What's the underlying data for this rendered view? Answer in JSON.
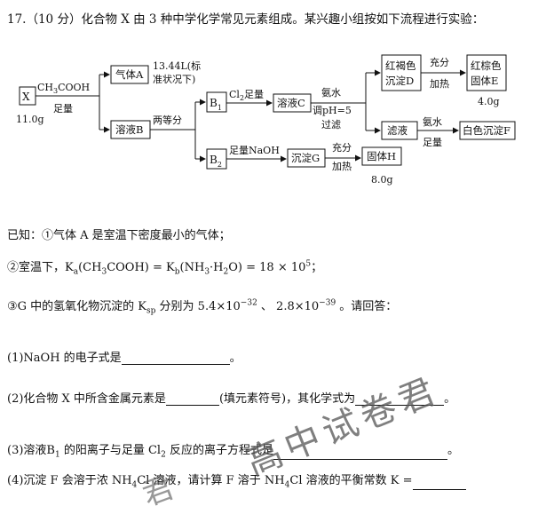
{
  "problem": {
    "title": "17.（10 分）化合物 X 由 3 种中学化学常见元素组成。某兴趣小组按如下流程进行实验：",
    "flow": {
      "x_box": "X",
      "x_mass": "11.0g",
      "reagent_top": "CH",
      "reagent_top_sub": "3",
      "reagent_top_rest": "COOH",
      "reagent_bottom": "足量",
      "gas_a": "气体A",
      "gas_a_note_line1": "13.44L(标",
      "gas_a_note_line2": "准状况下)",
      "solution_b": "溶液B",
      "split_note": "两等分",
      "b1_main": "B",
      "b1_sub": "1",
      "b2_main": "B",
      "b2_sub": "2",
      "cl2_note": "Cl",
      "cl2_sub": "2",
      "cl2_rest": "足量",
      "solution_c": "溶液C",
      "ammonia_line1": "氨水",
      "ammonia_line2": "调pH=5",
      "ammonia_line3": "过滤",
      "precip_d_line1": "红褐色",
      "precip_d_line2": "沉淀D",
      "heat_line1": "充分",
      "heat_line2": "加热",
      "solid_e_line1": "红棕色",
      "solid_e_line2": "固体E",
      "solid_e_mass": "4.0g",
      "filtrate": "滤液",
      "ammonia2_line1": "氨水",
      "ammonia2_line2": "足量",
      "precip_f": "白色沉淀F",
      "naoh_note": "足量NaOH",
      "precip_g": "沉淀G",
      "heat2_line1": "充分",
      "heat2_line2": "加热",
      "solid_h": "固体H",
      "solid_h_mass": "8.0g"
    },
    "known": {
      "line1": "已知：①气体 A 是室温下密度最小的气体；",
      "line2_prefix": "②室温下，",
      "line2_formula": "K",
      "line2_ka_sub": "a",
      "line2_mid": "(CH",
      "line2_sub3": "3",
      "line2_mid2": "COOH) = K",
      "line2_kb_sub": "b",
      "line2_mid3": "(NH",
      "line2_sub3b": "3",
      "line2_mid4": "·H",
      "line2_sub2": "2",
      "line2_mid5": "O) = 18 × 10",
      "line2_sup": "5",
      "line2_end": "；",
      "line3_prefix": "③G 中的氢氧化物沉淀的 K",
      "line3_sub": "sp",
      "line3_mid": " 分别为 5.4×10",
      "line3_sup1": "−32",
      "line3_mid2": " 、 2.8×10",
      "line3_sup2": "−39",
      "line3_end": " 。请回答："
    },
    "questions": {
      "q1_text": "(1)NaOH 的电子式是",
      "q1_end": "。",
      "q2_text": "(2)化合物 X 中所含金属元素是",
      "q2_mid": "(填元素符号)，其化学式为",
      "q2_end": "。",
      "q3_text": "(3)溶液B",
      "q3_sub": "1",
      "q3_mid": " 的阳离子与足量 Cl",
      "q3_sub2": "2",
      "q3_mid2": " 反应的离子方程式是",
      "q3_end": "。",
      "q4_text": "(4)沉淀 F 会溶于浓 NH",
      "q4_sub": "4",
      "q4_mid": "Cl 溶液，请计算 F 溶于 NH",
      "q4_sub2": "4",
      "q4_mid2": "Cl 溶液的平衡常数 K ="
    },
    "watermark": "高中试卷君",
    "watermark2": "君"
  }
}
